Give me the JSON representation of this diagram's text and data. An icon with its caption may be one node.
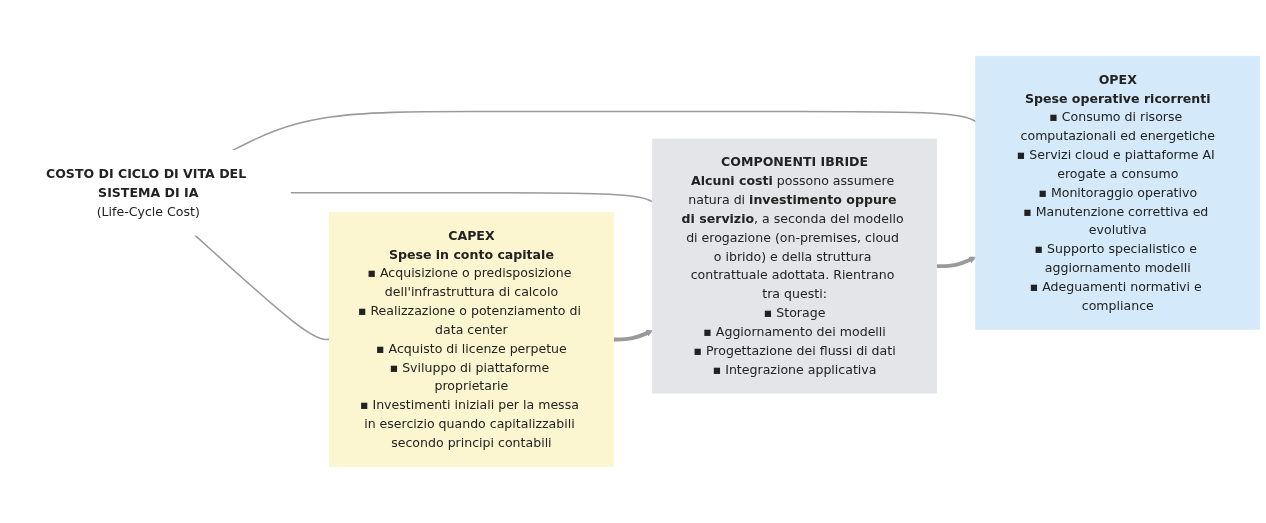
{
  "diagram": {
    "nodes": [
      {
        "text": [
          "COSTO DI CICLO DI VITA DEL SISTEMA DI IA",
          "(Life-Cycle Cost)"
        ]
      },
      {
        "text": [
          "CAPEX",
          "Spese in conto capitale",
          "▪ Acquisizione o predisposizione dell'infrastruttura di calcolo",
          "▪ Realizzazione o potenziamento di data center",
          "▪ Acquisto di licenze perpetue",
          "▪ Sviluppo di piattaforme proprietarie",
          "▪ Investimenti iniziali per la messa in esercizio quando capitalizzabili secondo principi contabili"
        ]
      },
      {
        "text": [
          "COMPONENTI IBRIDE",
          "**Alcuni costi** possono assumere natura di **investimento oppure di servizio**, a seconda del modello di erogazione (on-premises, cloud o ibrido) e della struttura contrattuale adottata. Rientrano tra questi:",
          "▪ Storage",
          "▪ Aggiornamento dei modelli",
          "▪ Progettazione dei flussi di dati",
          "▪ Integrazione applicativa"
        ]
      },
      {
        "text": [
          "OPEX",
          "Spese operative ricorrenti",
          "▪ Consumo di risorse computazionali ed energetiche",
          "▪ Servizi cloud e piattaforme AI erogate a consumo",
          "▪ Monitoraggio operativo",
          "▪ Manutenzione correttiva ed evolutiva",
          "▪ Supporto specialistico e aggiornamento modelli",
          "▪ Adeguamenti normativi e compliance"
        ]
      }
    ],
    "edges": [
      {
        "from": 0,
        "to": 1,
        "arrow": "none"
      },
      {
        "from": 0,
        "to": 2,
        "arrow": "none"
      },
      {
        "from": 0,
        "to": 3,
        "arrow": "none"
      },
      {
        "from": 1,
        "to": 2,
        "arrow": "to",
        "style": "thick"
      },
      {
        "from": 2,
        "to": 3,
        "arrow": "to",
        "style": "thick"
      }
    ]
  }
}
